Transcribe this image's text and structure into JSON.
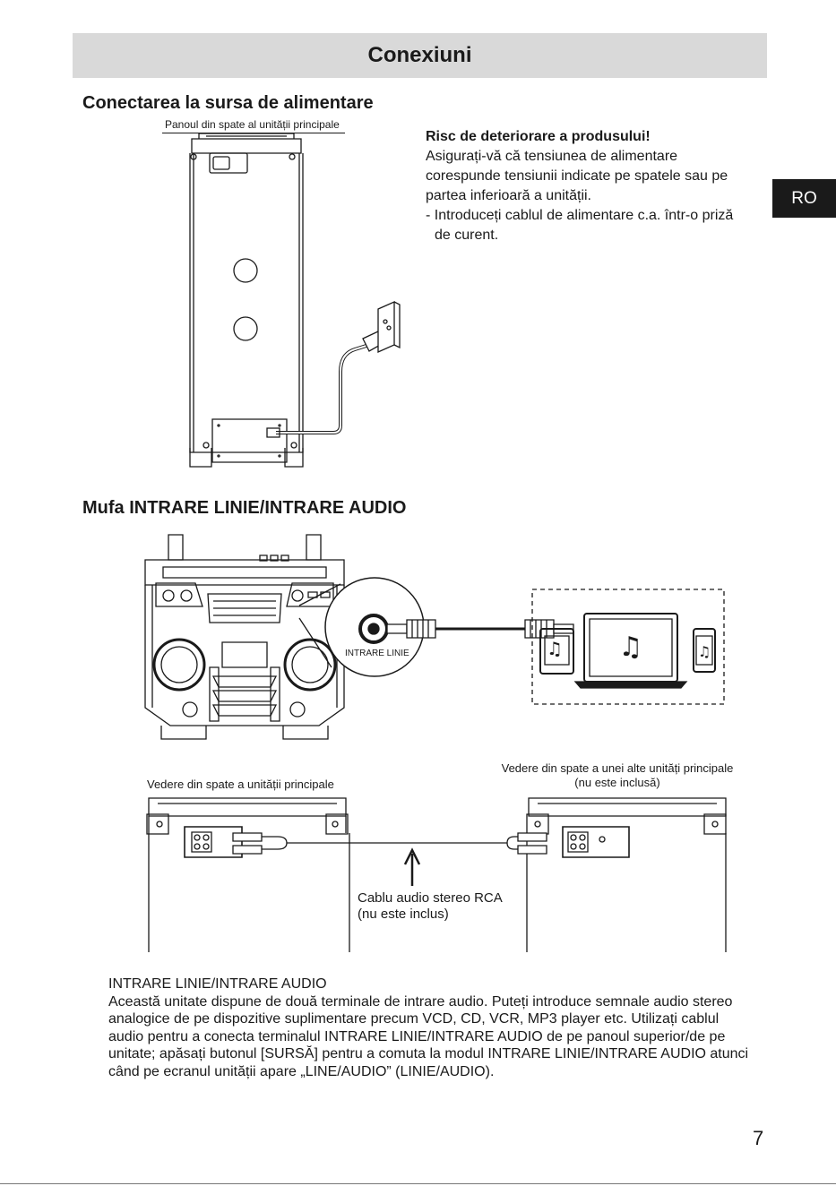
{
  "header": {
    "title": "Conexiuni"
  },
  "language_tab": "RO",
  "section_power": {
    "title": "Conectarea la sursa de alimentare",
    "figure_caption": "Panoul din spate al unității principale",
    "warning": {
      "title": "Risc de deteriorare a produsului!",
      "text": "Asigurați-vă că tensiunea de alimentare corespunde tensiunii indicate pe spatele sau pe partea inferioară a unității.",
      "bullet": "- Introduceți cablul de alimentare c.a. într-o priză de curent."
    }
  },
  "section_linein": {
    "title": "Mufa INTRARE LINIE/INTRARE AUDIO",
    "jack_label": "INTRARE LINIE",
    "rear_main_caption": "Vedere din spate a unității principale",
    "rear_other_caption_line1": "Vedere din spate a unei alte unități principale",
    "rear_other_caption_line2": "(nu este inclusă)",
    "cable_caption_line1": "Cablu audio stereo RCA",
    "cable_caption_line2": "(nu este inclus)",
    "body_heading": "INTRARE LINIE/INTRARE AUDIO",
    "body_text": "Această unitate dispune de două terminale de intrare audio. Puteți introduce semnale audio stereo analogice de pe dispozitive suplimentare precum VCD, CD, VCR, MP3 player etc. Utilizați cablul audio pentru a conecta terminalul INTRARE LINIE/INTRARE AUDIO de pe panoul superior/de pe unitate; apăsați butonul [SURSĂ] pentru a comuta la modul INTRARE LINIE/INTRARE AUDIO atunci când pe ecranul unității apare „LINE/AUDIO” (LINIE/AUDIO)."
  },
  "page_number": "7",
  "icons": {
    "music_note": "♫"
  },
  "colors": {
    "header_bg": "#d9d9d9",
    "tab_bg": "#1a1a1a",
    "line": "#1a1a1a"
  }
}
